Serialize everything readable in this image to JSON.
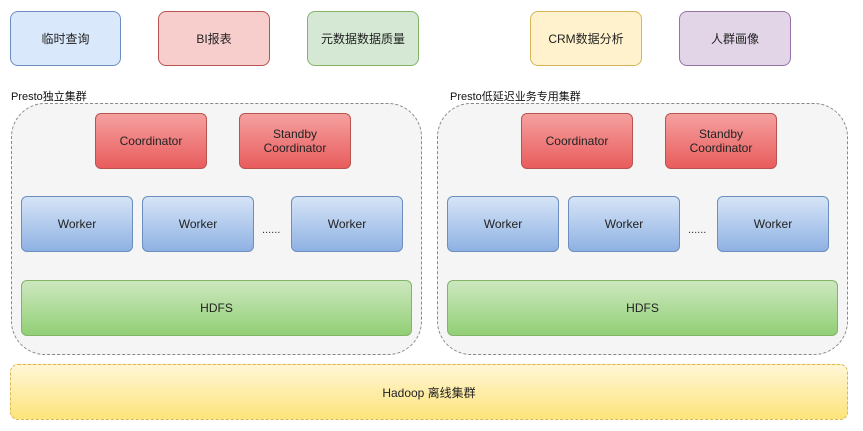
{
  "apps": [
    {
      "label": "临时查询",
      "style": "blue"
    },
    {
      "label": "BI报表",
      "style": "red"
    },
    {
      "label": "元数据数据质量",
      "style": "green"
    },
    {
      "label": "CRM数据分析",
      "style": "yellow"
    },
    {
      "label": "人群画像",
      "style": "purple"
    }
  ],
  "clusters": [
    {
      "label": "Presto独立集群",
      "coordinator": "Coordinator",
      "standby": "Standby Coordinator",
      "workers": [
        "Worker",
        "Worker",
        "Worker"
      ],
      "ellipsis": "......",
      "storage": "HDFS"
    },
    {
      "label": "Presto低延迟业务专用集群",
      "coordinator": "Coordinator",
      "standby": "Standby Coordinator",
      "workers": [
        "Worker",
        "Worker",
        "Worker"
      ],
      "ellipsis": "......",
      "storage": "HDFS"
    }
  ],
  "base": {
    "label": "Hadoop 离线集群"
  }
}
